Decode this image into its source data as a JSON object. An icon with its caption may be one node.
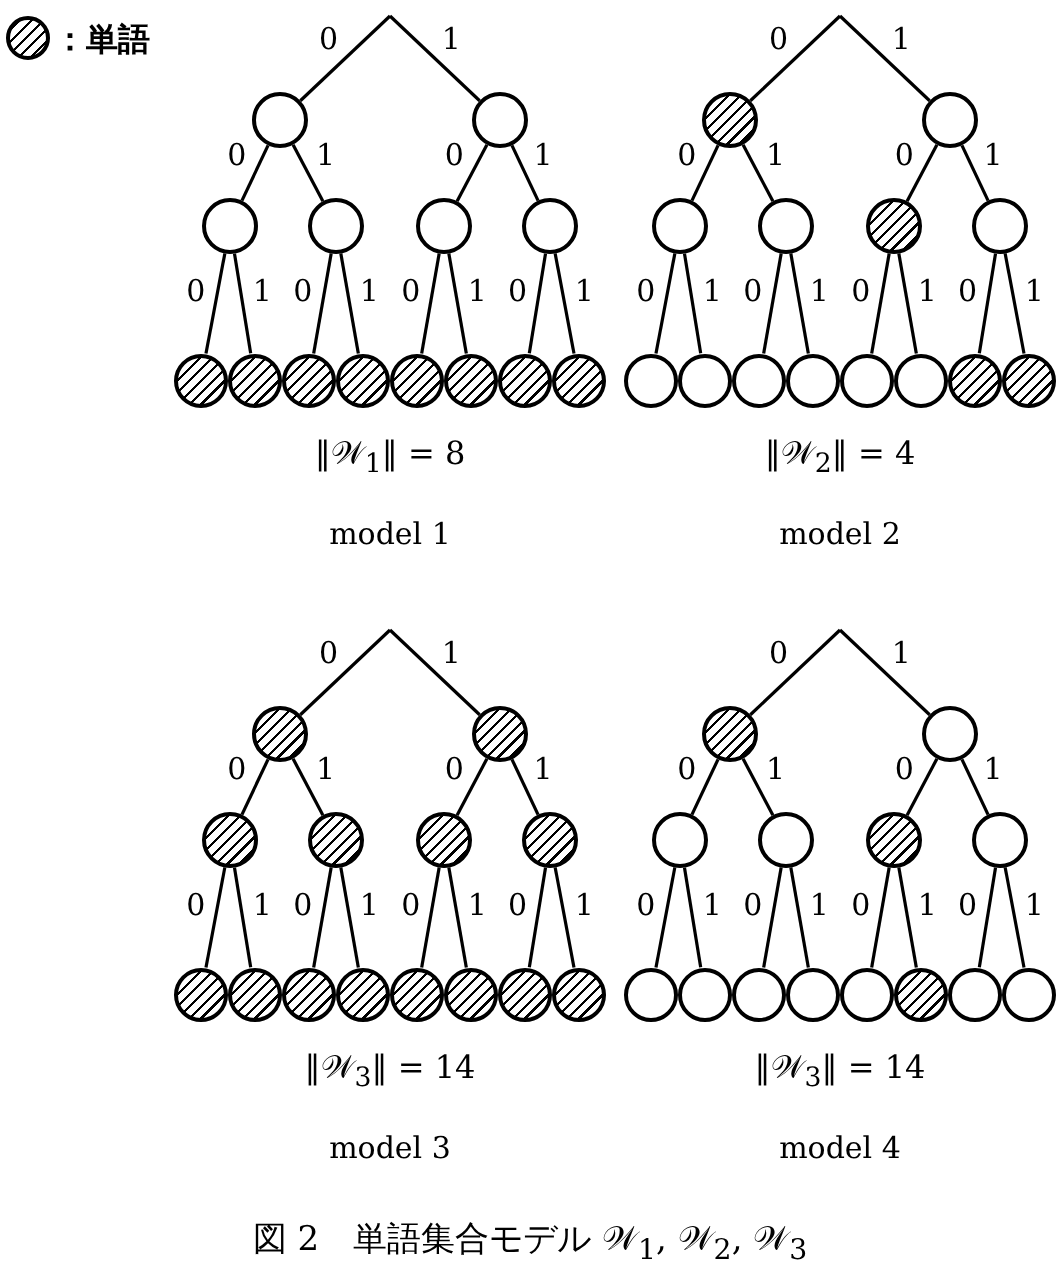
{
  "diagram": {
    "caption": "図 2　単語集合モデル 𝒲$_{1}$, 𝒲$_{2}$, 𝒲$_{3}$",
    "nodes": [
      {
        "text": [],
        "shape": "circle"
      },
      {
        "text": [],
        "shape": "circle"
      },
      {
        "text": [],
        "shape": "circle"
      },
      {
        "text": [],
        "shape": "circle"
      },
      {
        "text": [],
        "shape": "circle"
      },
      {
        "text": [],
        "shape": "circle"
      },
      {
        "text": [],
        "shape": "hatched-circle"
      },
      {
        "text": [],
        "shape": "hatched-circle"
      },
      {
        "text": [],
        "shape": "hatched-circle"
      },
      {
        "text": [],
        "shape": "hatched-circle"
      },
      {
        "text": [],
        "shape": "hatched-circle"
      },
      {
        "text": [],
        "shape": "hatched-circle"
      },
      {
        "text": [],
        "shape": "hatched-circle"
      },
      {
        "text": [],
        "shape": "hatched-circle"
      },
      {
        "text": [],
        "shape": "hatched-circle"
      },
      {
        "text": [],
        "shape": "circle"
      },
      {
        "text": [],
        "shape": "circle"
      },
      {
        "text": [],
        "shape": "circle"
      },
      {
        "text": [],
        "shape": "hatched-circle"
      },
      {
        "text": [],
        "shape": "circle"
      },
      {
        "text": [],
        "shape": "circle"
      },
      {
        "text": [],
        "shape": "circle"
      },
      {
        "text": [],
        "shape": "circle"
      },
      {
        "text": [],
        "shape": "circle"
      },
      {
        "text": [],
        "shape": "circle"
      },
      {
        "text": [],
        "shape": "circle"
      },
      {
        "text": [],
        "shape": "hatched-circle"
      },
      {
        "text": [],
        "shape": "hatched-circle"
      },
      {
        "text": [],
        "shape": "hatched-circle"
      },
      {
        "text": [],
        "shape": "hatched-circle"
      },
      {
        "text": [],
        "shape": "hatched-circle"
      },
      {
        "text": [],
        "shape": "hatched-circle"
      },
      {
        "text": [],
        "shape": "hatched-circle"
      },
      {
        "text": [],
        "shape": "hatched-circle"
      },
      {
        "text": [],
        "shape": "hatched-circle"
      },
      {
        "text": [],
        "shape": "hatched-circle"
      },
      {
        "text": [],
        "shape": "hatched-circle"
      },
      {
        "text": [],
        "shape": "hatched-circle"
      },
      {
        "text": [],
        "shape": "hatched-circle"
      },
      {
        "text": [],
        "shape": "hatched-circle"
      },
      {
        "text": [],
        "shape": "hatched-circle"
      },
      {
        "text": [],
        "shape": "hatched-circle"
      },
      {
        "text": [],
        "shape": "hatched-circle"
      },
      {
        "text": [],
        "shape": "circle"
      },
      {
        "text": [],
        "shape": "circle"
      },
      {
        "text": [],
        "shape": "circle"
      },
      {
        "text": [],
        "shape": "hatched-circle"
      },
      {
        "text": [],
        "shape": "circle"
      },
      {
        "text": [],
        "shape": "circle"
      },
      {
        "text": [],
        "shape": "circle"
      },
      {
        "text": [],
        "shape": "circle"
      },
      {
        "text": [],
        "shape": "circle"
      },
      {
        "text": [],
        "shape": "circle"
      },
      {
        "text": [],
        "shape": "hatched-circle"
      },
      {
        "text": [],
        "shape": "circle"
      },
      {
        "text": [],
        "shape": "circle"
      }
    ],
    "edges": [
      {
        "from": null,
        "to": 0,
        "arrow": "none",
        "label": "0"
      },
      {
        "from": null,
        "to": 1,
        "arrow": "none",
        "label": "1"
      },
      {
        "from": 0,
        "to": 2,
        "arrow": "none",
        "label": "0"
      },
      {
        "from": 0,
        "to": 3,
        "arrow": "none",
        "label": "1"
      },
      {
        "from": 1,
        "to": 4,
        "arrow": "none",
        "label": "0"
      },
      {
        "from": 1,
        "to": 5,
        "arrow": "none",
        "label": "1"
      },
      {
        "from": 2,
        "to": 6,
        "arrow": "none",
        "label": "0"
      },
      {
        "from": 2,
        "to": 7,
        "arrow": "none",
        "label": "1"
      },
      {
        "from": 3,
        "to": 8,
        "arrow": "none",
        "label": "0"
      },
      {
        "from": 3,
        "to": 9,
        "arrow": "none",
        "label": "1"
      },
      {
        "from": 4,
        "to": 10,
        "arrow": "none",
        "label": "0"
      },
      {
        "from": 4,
        "to": 11,
        "arrow": "none",
        "label": "1"
      },
      {
        "from": 5,
        "to": 12,
        "arrow": "none",
        "label": "0"
      },
      {
        "from": 5,
        "to": 13,
        "arrow": "none",
        "label": "1"
      },
      {
        "from": null,
        "to": 14,
        "arrow": "none",
        "label": "0"
      },
      {
        "from": null,
        "to": 15,
        "arrow": "none",
        "label": "1"
      },
      {
        "from": 14,
        "to": 16,
        "arrow": "none",
        "label": "0"
      },
      {
        "from": 14,
        "to": 17,
        "arrow": "none",
        "label": "1"
      },
      {
        "from": 15,
        "to": 18,
        "arrow": "none",
        "label": "0"
      },
      {
        "from": 15,
        "to": 19,
        "arrow": "none",
        "label": "1"
      },
      {
        "from": 16,
        "to": 20,
        "arrow": "none",
        "label": "0"
      },
      {
        "from": 16,
        "to": 21,
        "arrow": "none",
        "label": "1"
      },
      {
        "from": 17,
        "to": 22,
        "arrow": "none",
        "label": "0"
      },
      {
        "from": 17,
        "to": 23,
        "arrow": "none",
        "label": "1"
      },
      {
        "from": 18,
        "to": 24,
        "arrow": "none",
        "label": "0"
      },
      {
        "from": 18,
        "to": 25,
        "arrow": "none",
        "label": "1"
      },
      {
        "from": 19,
        "to": 26,
        "arrow": "none",
        "label": "0"
      },
      {
        "from": 19,
        "to": 27,
        "arrow": "none",
        "label": "1"
      },
      {
        "from": null,
        "to": 28,
        "arrow": "none",
        "label": "0"
      },
      {
        "from": null,
        "to": 29,
        "arrow": "none",
        "label": "1"
      },
      {
        "from": 28,
        "to": 30,
        "arrow": "none",
        "label": "0"
      },
      {
        "from": 28,
        "to": 31,
        "arrow": "none",
        "label": "1"
      },
      {
        "from": 29,
        "to": 32,
        "arrow": "none",
        "label": "0"
      },
      {
        "from": 29,
        "to": 33,
        "arrow": "none",
        "label": "1"
      },
      {
        "from": 30,
        "to": 34,
        "arrow": "none",
        "label": "0"
      },
      {
        "from": 30,
        "to": 35,
        "arrow": "none",
        "label": "1"
      },
      {
        "from": 31,
        "to": 36,
        "arrow": "none",
        "label": "0"
      },
      {
        "from": 31,
        "to": 37,
        "arrow": "none",
        "label": "1"
      },
      {
        "from": 32,
        "to": 38,
        "arrow": "none",
        "label": "0"
      },
      {
        "from": 32,
        "to": 39,
        "arrow": "none",
        "label": "1"
      },
      {
        "from": 33,
        "to": 40,
        "arrow": "none",
        "label": "0"
      },
      {
        "from": 33,
        "to": 41,
        "arrow": "none",
        "label": "1"
      },
      {
        "from": null,
        "to": 42,
        "arrow": "none",
        "label": "0"
      },
      {
        "from": null,
        "to": 43,
        "arrow": "none",
        "label": "1"
      },
      {
        "from": 42,
        "to": 44,
        "arrow": "none",
        "label": "0"
      },
      {
        "from": 42,
        "to": 45,
        "arrow": "none",
        "label": "1"
      },
      {
        "from": 43,
        "to": 46,
        "arrow": "none",
        "label": "0"
      },
      {
        "from": 43,
        "to": 47,
        "arrow": "none",
        "label": "1"
      },
      {
        "from": 44,
        "to": 48,
        "arrow": "none",
        "label": "0"
      },
      {
        "from": 44,
        "to": 49,
        "arrow": "none",
        "label": "1"
      },
      {
        "from": 45,
        "to": 50,
        "arrow": "none",
        "label": "0"
      },
      {
        "from": 45,
        "to": 51,
        "arrow": "none",
        "label": "1"
      },
      {
        "from": 46,
        "to": 52,
        "arrow": "none",
        "label": "0"
      },
      {
        "from": 46,
        "to": 53,
        "arrow": "none",
        "label": "1"
      },
      {
        "from": 47,
        "to": 54,
        "arrow": "none",
        "label": "0"
      },
      {
        "from": 47,
        "to": 55,
        "arrow": "none",
        "label": "1"
      }
    ],
    "labels": [
      "‖𝒲$_{1}$‖ = 8",
      "‖𝒲$_{2}$‖ = 4",
      "model 1",
      "model 2",
      "‖𝒲$_{3}$‖ = 14",
      "‖𝒲$_{3}$‖ = 14",
      "model 3",
      "model 4"
    ],
    "legend": [
      {
        "text": "：単語"
      }
    ]
  }
}
